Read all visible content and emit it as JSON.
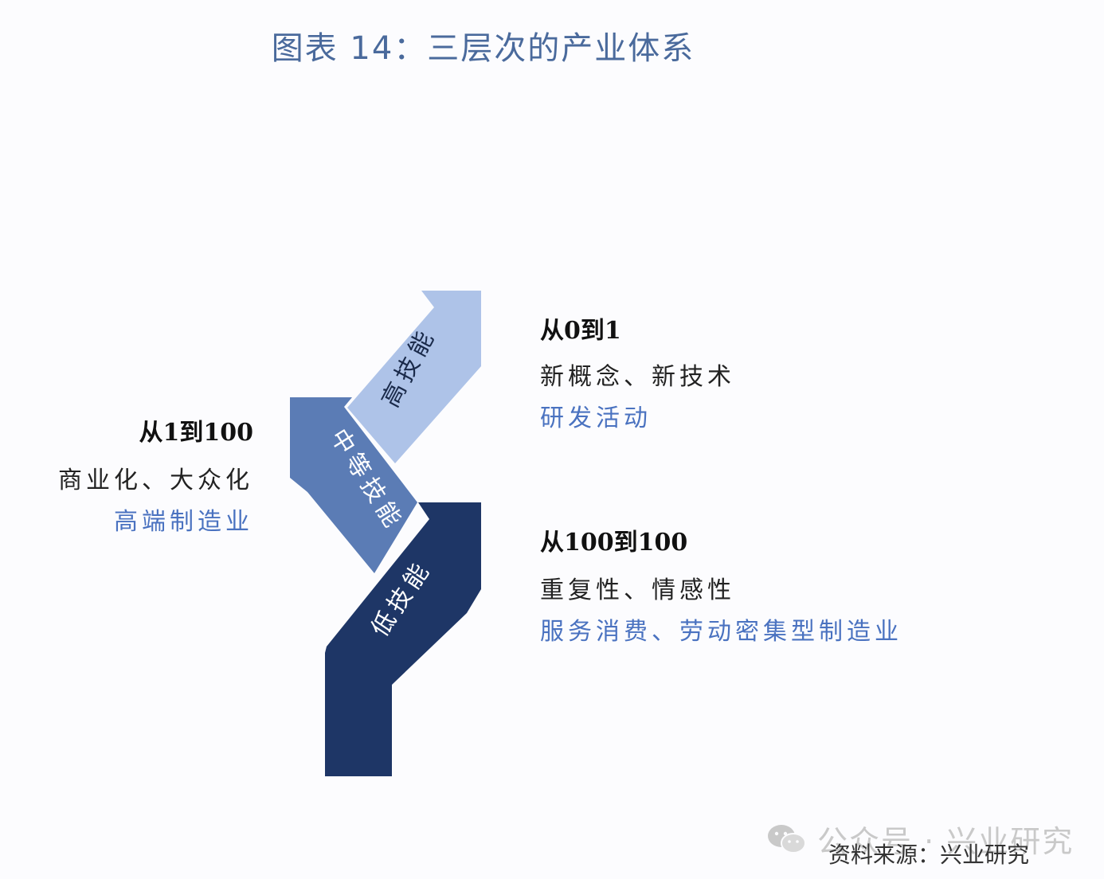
{
  "title": "图表 14：三层次的产业体系",
  "arrows": [
    {
      "label": "高技能",
      "color": "#aec3e8"
    },
    {
      "label": "中等技能",
      "color": "#5b7cb5"
    },
    {
      "label": "低技能",
      "color": "#1e3666"
    }
  ],
  "annotations": {
    "high": {
      "heading": "从0到1",
      "line1": "新概念、新技术",
      "line2": "研发活动"
    },
    "middle": {
      "heading": "从1到100",
      "line1": "商业化、大众化",
      "line2": "高端制造业"
    },
    "low": {
      "heading": "从100到100",
      "line1": "重复性、情感性",
      "line2": "服务消费、劳动密集型制造业"
    }
  },
  "watermark": "公众号 · 兴业研究",
  "source": "资料来源：兴业研究"
}
